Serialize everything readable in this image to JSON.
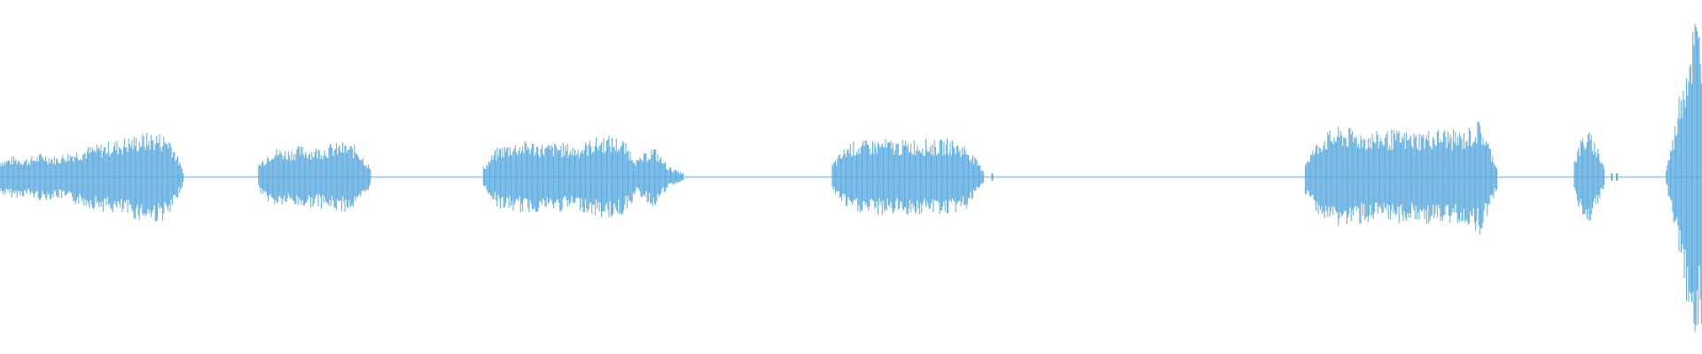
{
  "waveform": {
    "color": "#5dacdf",
    "background": "#ffffff",
    "segments": [
      {
        "start": 0.0,
        "end": 0.108,
        "envelope": [
          0.1,
          0.12,
          0.11,
          0.14,
          0.12,
          0.15,
          0.17,
          0.19,
          0.21,
          0.23,
          0.25,
          0.26,
          0.24,
          0.03
        ]
      },
      {
        "start": 0.152,
        "end": 0.218,
        "envelope": [
          0.08,
          0.17,
          0.16,
          0.18,
          0.17,
          0.19,
          0.2,
          0.18,
          0.05
        ]
      },
      {
        "start": 0.284,
        "end": 0.402,
        "envelope": [
          0.06,
          0.18,
          0.2,
          0.21,
          0.19,
          0.2,
          0.18,
          0.22,
          0.24,
          0.22,
          0.1,
          0.18,
          0.06,
          0.02
        ]
      },
      {
        "start": 0.489,
        "end": 0.578,
        "envelope": [
          0.08,
          0.2,
          0.21,
          0.22,
          0.21,
          0.22,
          0.21,
          0.22,
          0.18,
          0.04
        ]
      },
      {
        "start": 0.767,
        "end": 0.88,
        "envelope": [
          0.1,
          0.25,
          0.29,
          0.27,
          0.26,
          0.27,
          0.26,
          0.27,
          0.28,
          0.26,
          0.33,
          0.06
        ]
      },
      {
        "start": 0.925,
        "end": 0.943,
        "envelope": [
          0.1,
          0.24,
          0.26,
          0.18,
          0.05
        ]
      },
      {
        "start": 0.979,
        "end": 1.0,
        "envelope": [
          0.05,
          0.25,
          0.55,
          0.75,
          0.95,
          0.85
        ]
      }
    ],
    "blips": [
      0.583,
      0.947,
      0.95
    ]
  }
}
